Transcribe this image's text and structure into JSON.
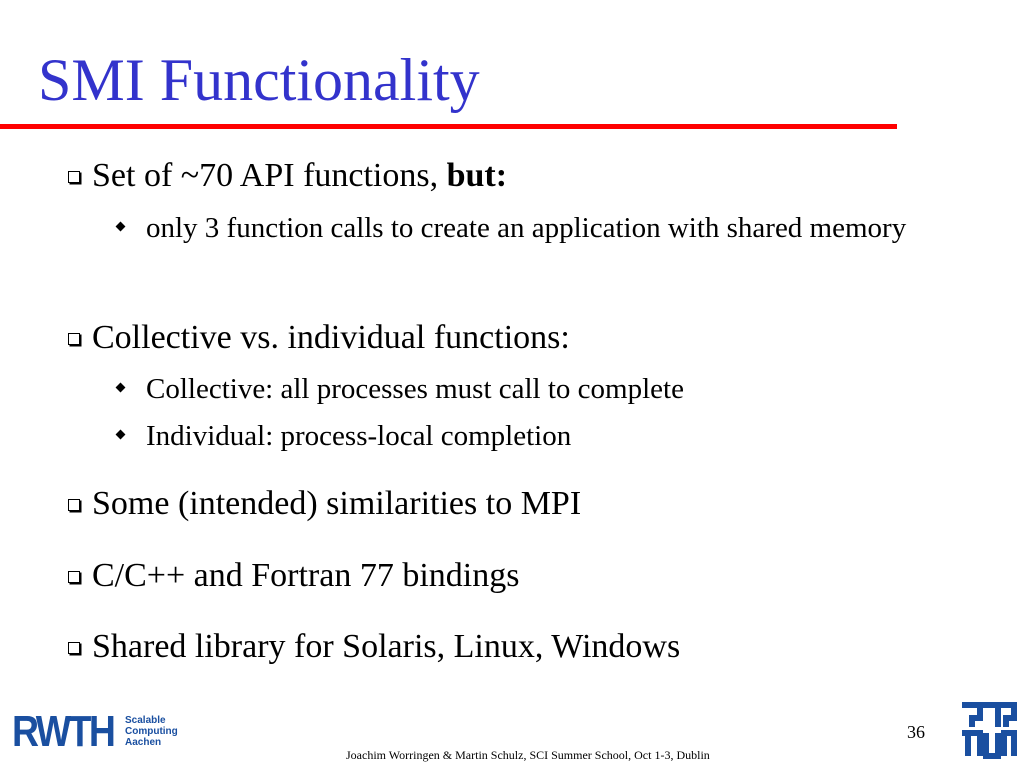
{
  "slide": {
    "title": "SMI Functionality",
    "bullets": [
      {
        "text": "Set of ~70 API functions, ",
        "emphasis": "but:",
        "subs": [
          "only 3 function calls to create an application with shared memory"
        ]
      },
      {
        "text": "Collective vs. individual functions:",
        "subs": [
          "Collective: all processes must call to complete",
          "Individual: process-local completion"
        ]
      },
      {
        "text": "Some (intended) similarities to MPI"
      },
      {
        "text": "C/C++ and Fortran 77 bindings"
      },
      {
        "text": "Shared library for Solaris, Linux, Windows"
      }
    ],
    "footer": "Joachim Worringen & Martin Schulz, SCI Summer School, Oct 1-3, Dublin",
    "page_number": "36"
  },
  "logos": {
    "rwth": {
      "word": "RWTH",
      "line1": "Scalable",
      "line2": "Computing",
      "line3": "Aachen"
    },
    "tum_icon": "tum-logo-icon"
  },
  "colors": {
    "title": "#3333cc",
    "rule": "#ff0000",
    "logo_blue": "#1a4fa0"
  }
}
